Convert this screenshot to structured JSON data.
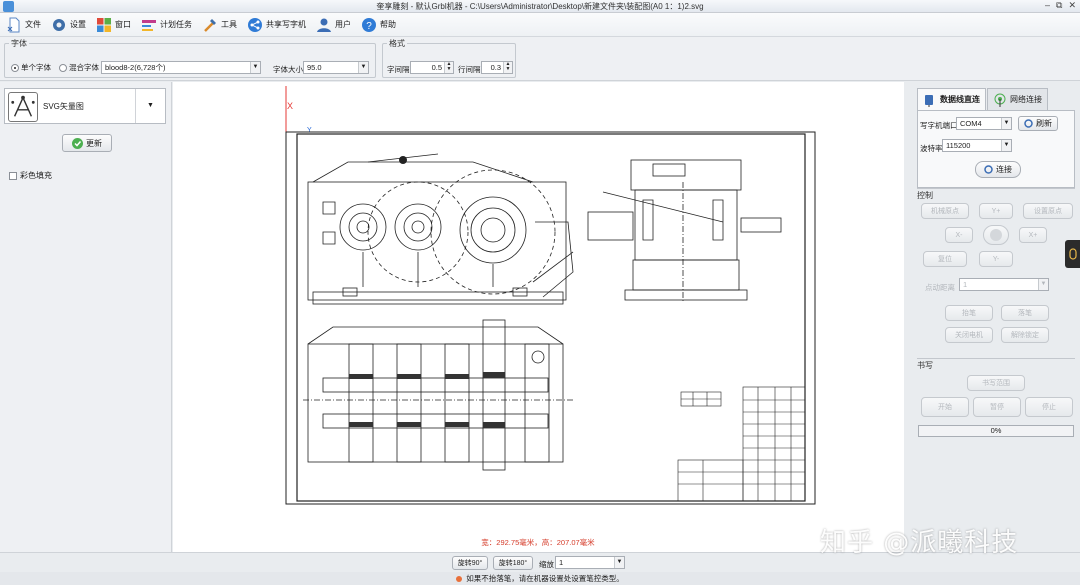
{
  "window": {
    "title": "奎享雕刻 - 默认Grbl机器 - C:\\Users\\Administrator\\Desktop\\新建文件夹\\装配图(A0 1：1)2.svg",
    "controls": [
      "–",
      "⧉",
      "✕"
    ]
  },
  "menu": [
    {
      "label": "文件",
      "icon": "file-icon",
      "color": "#5b87c5"
    },
    {
      "label": "设置",
      "icon": "gear-icon",
      "color": "#3f6fa8"
    },
    {
      "label": "窗口",
      "icon": "window-icon",
      "color": "#5cae47"
    },
    {
      "label": "计划任务",
      "icon": "schedule-icon",
      "color": "#c23c8b"
    },
    {
      "label": "工具",
      "icon": "tools-icon",
      "color": "#d98a2b"
    },
    {
      "label": "共享写字机",
      "icon": "share-icon",
      "color": "#2f7bd6"
    },
    {
      "label": "用户",
      "icon": "user-icon",
      "color": "#3b6db5"
    },
    {
      "label": "帮助",
      "icon": "help-icon",
      "color": "#2f7bd6"
    }
  ],
  "font_group": {
    "legend": "字体",
    "single_font": "单个字体",
    "mixed_font": "混合字体",
    "font_value": "blood8-2(6,728个)",
    "size_label": "字体大小",
    "size_value": "95.0"
  },
  "format_group": {
    "legend": "格式",
    "char_spacing_label": "字间隔",
    "char_spacing_value": "0.5",
    "line_spacing_label": "行间隔",
    "line_spacing_value": "0.3"
  },
  "left": {
    "type_value": "SVG矢量图",
    "update_button": "更新",
    "color_fill": "彩色填充"
  },
  "canvas": {
    "axis_x": "X",
    "axis_y": "Y",
    "dimensions": "宽：292.75毫米，高：207.07毫米"
  },
  "right": {
    "tab_serial": "数据线直连",
    "tab_network": "网络连接",
    "port_label": "写字机端口",
    "port_value": "COM4",
    "refresh_button": "刷新",
    "baud_label": "波特率",
    "baud_value": "115200",
    "connect_button": "连接",
    "control_title": "控制",
    "machine_origin": "机械原点",
    "y_plus": "Y+",
    "set_origin": "设置原点",
    "x_minus": "X-",
    "x_plus": "X+",
    "return": "复位",
    "y_minus": "Y-",
    "jog_label": "点动距离",
    "jog_value": "1",
    "pen_up": "抬笔",
    "pen_down": "落笔",
    "motor_off": "关闭电机",
    "unlock": "解除锁定",
    "write_title": "书写",
    "write_range": "书写范围",
    "start": "开始",
    "pause": "暂停",
    "stop": "停止",
    "progress": "0%",
    "progress_value": 0
  },
  "bottom": {
    "rotate90": "旋转90°",
    "rotate180": "旋转180°",
    "zoom_label": "缩放",
    "zoom_value": "1",
    "status_text": "如果不抬落笔，请在机器设置处设置笔控类型。"
  },
  "watermark": "知乎 @派曦科技"
}
